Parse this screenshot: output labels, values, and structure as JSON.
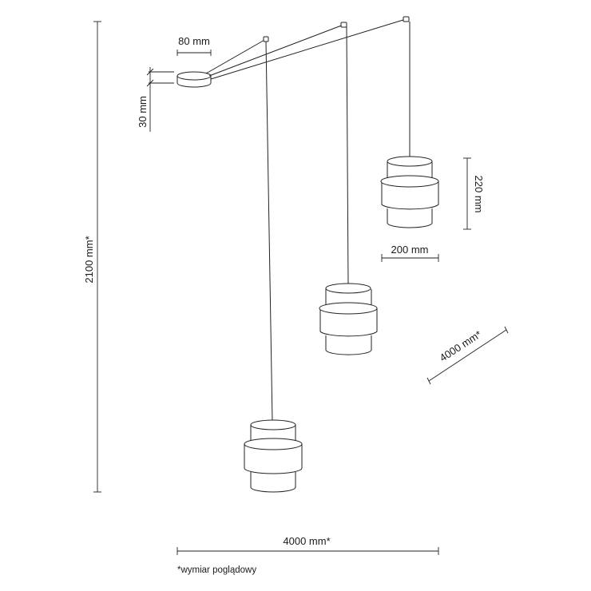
{
  "dimensions": {
    "canopy_width": "80 mm",
    "canopy_height": "30 mm",
    "total_height": "2100 mm*",
    "shade_height": "220 mm",
    "shade_width": "200 mm",
    "cable_length_diagonal": "4000 mm*",
    "cable_length_horizontal": "4000 mm*"
  },
  "footnote": "*wymiar poglądowy"
}
